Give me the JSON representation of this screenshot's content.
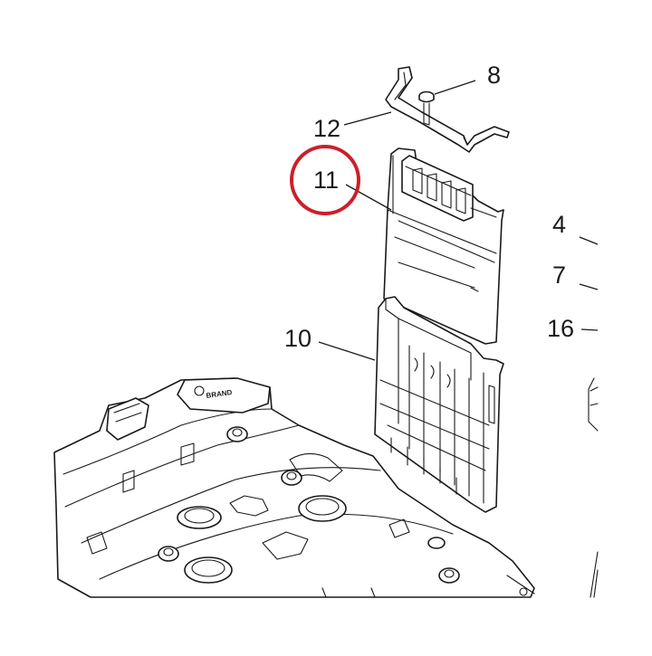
{
  "callouts": {
    "c8": "8",
    "c12": "12",
    "c11": "11",
    "c10": "10",
    "c4": "4",
    "c7": "7",
    "c16": "16"
  },
  "highlight": {
    "target": "11",
    "color": "#cc1f2a"
  },
  "line_color": "#1a1a1a",
  "background": "#ffffff",
  "stamp_text": "BRAND"
}
